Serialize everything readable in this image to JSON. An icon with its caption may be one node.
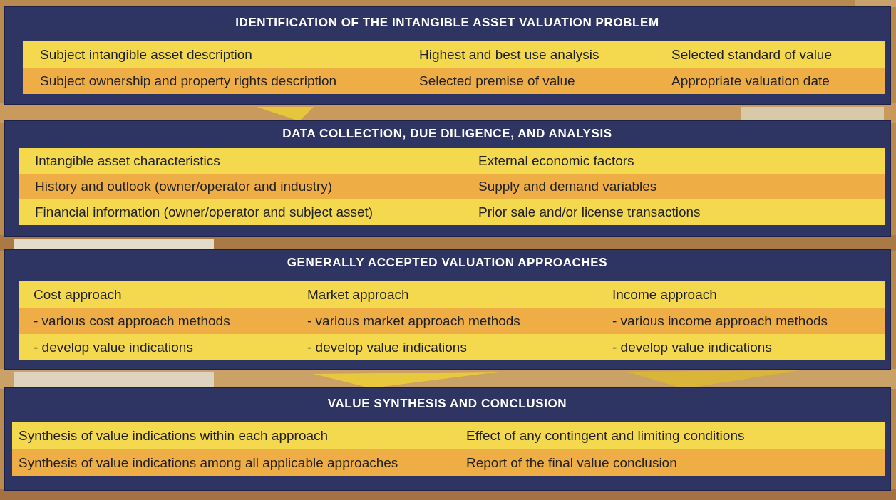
{
  "diagram": {
    "nodes": [
      {
        "text": [
          "IDENTIFICATION OF THE INTANGIBLE ASSET VALUATION PROBLEM"
        ]
      },
      {
        "text": [
          "Subject intangible asset description"
        ],
        "in": 0
      },
      {
        "text": [
          "Highest and best use analysis"
        ],
        "in": 0
      },
      {
        "text": [
          "Selected standard of value"
        ],
        "in": 0
      },
      {
        "text": [
          "Subject ownership and property rights description"
        ],
        "in": 0
      },
      {
        "text": [
          "Selected premise of value"
        ],
        "in": 0
      },
      {
        "text": [
          "Appropriate valuation date"
        ],
        "in": 0
      },
      {
        "text": [
          "DATA COLLECTION, DUE DILIGENCE, AND ANALYSIS"
        ]
      },
      {
        "text": [
          "Intangible asset characteristics"
        ],
        "in": 7
      },
      {
        "text": [
          "External economic factors"
        ],
        "in": 7
      },
      {
        "text": [
          "History and outlook (owner/operator and industry)"
        ],
        "in": 7
      },
      {
        "text": [
          "Supply and demand variables"
        ],
        "in": 7
      },
      {
        "text": [
          "Financial information (owner/operator and subject asset)"
        ],
        "in": 7
      },
      {
        "text": [
          "Prior sale and/or license transactions"
        ],
        "in": 7
      },
      {
        "text": [
          "GENERALLY ACCEPTED VALUATION APPROACHES"
        ]
      },
      {
        "text": [
          "Cost approach"
        ],
        "in": 14
      },
      {
        "text": [
          "Market approach"
        ],
        "in": 14
      },
      {
        "text": [
          "Income approach"
        ],
        "in": 14
      },
      {
        "text": [
          "- various cost approach methods"
        ],
        "in": 14
      },
      {
        "text": [
          "- various market approach methods"
        ],
        "in": 14
      },
      {
        "text": [
          "- various income approach methods"
        ],
        "in": 14
      },
      {
        "text": [
          "- develop value indications"
        ],
        "in": 14
      },
      {
        "text": [
          "- develop value indications"
        ],
        "in": 14
      },
      {
        "text": [
          "- develop value indications"
        ],
        "in": 14
      },
      {
        "text": [
          "VALUE SYNTHESIS AND CONCLUSION"
        ]
      },
      {
        "text": [
          "Synthesis of value indications within each approach"
        ],
        "in": 24
      },
      {
        "text": [
          "Effect of any contingent and limiting conditions"
        ],
        "in": 24
      },
      {
        "text": [
          "Synthesis of value indications among all applicable approaches"
        ],
        "in": 24
      },
      {
        "text": [
          "Report of the final value conclusion"
        ],
        "in": 24
      }
    ],
    "edges": []
  }
}
